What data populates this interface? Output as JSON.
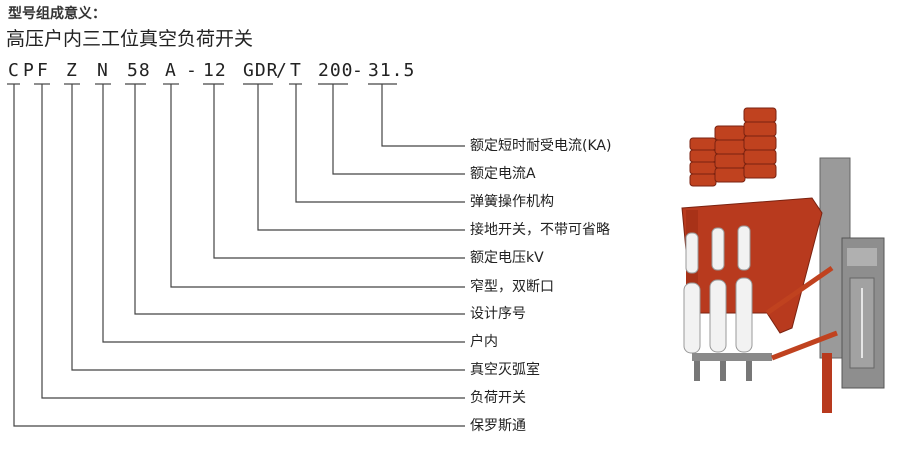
{
  "heading": "型号组成意义：",
  "title": "高压户内三工位真空负荷开关",
  "code_segments": [
    "C",
    "P",
    "F",
    "Z",
    "N",
    "58",
    "A",
    "-",
    "12",
    "GDR",
    "/",
    "T",
    "200",
    "-",
    "31.5"
  ],
  "descriptions": [
    "额定短时耐受电流(KA)",
    "额定电流A",
    "弹簧操作机构",
    "接地开关，不带可省略",
    "额定电压kV",
    "窄型，双断口",
    "设计序号",
    "户内",
    "真空灭弧室",
    "负荷开关",
    "保罗斯通"
  ],
  "line_color": "#444444",
  "accent_color": "#b83a1e"
}
